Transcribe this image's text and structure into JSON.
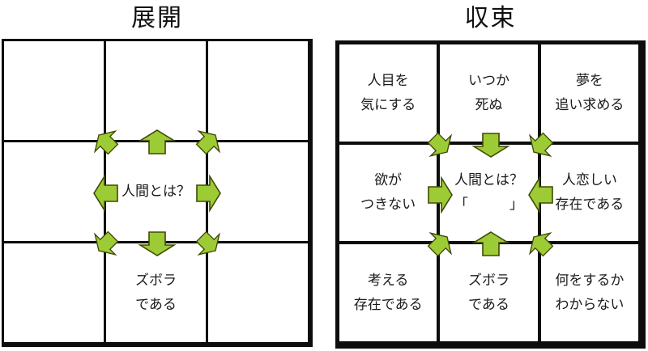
{
  "left_panel": {
    "title": "展開",
    "arrow_mode": "outward-from-center",
    "cells": [
      {},
      {},
      {},
      {},
      {
        "line1": "人間とは？"
      },
      {},
      {},
      {
        "line1": "ズボラ",
        "line2": "である"
      },
      {}
    ]
  },
  "right_panel": {
    "title": "収束",
    "arrow_mode": "inward-to-center",
    "cells": [
      {
        "line1": "人目を",
        "line2": "気にする"
      },
      {
        "line1": "いつか",
        "line2": "死ぬ"
      },
      {
        "line1": "夢を",
        "line2": "追い求める"
      },
      {
        "line1": "欲が",
        "line2": "つきない"
      },
      {
        "line1": "人間とは？",
        "line2": "「　　　」"
      },
      {
        "line1": "人恋しい",
        "line2": "存在である"
      },
      {
        "line1": "考える",
        "line2": "存在である"
      },
      {
        "line1": "ズボラ",
        "line2": "である"
      },
      {
        "line1": "何をするか",
        "line2": "わからない"
      }
    ]
  },
  "colors": {
    "arrow_fill": "#9dcb35",
    "arrow_stroke": "#3e4a05",
    "grid_line": "#0d0d0d"
  }
}
